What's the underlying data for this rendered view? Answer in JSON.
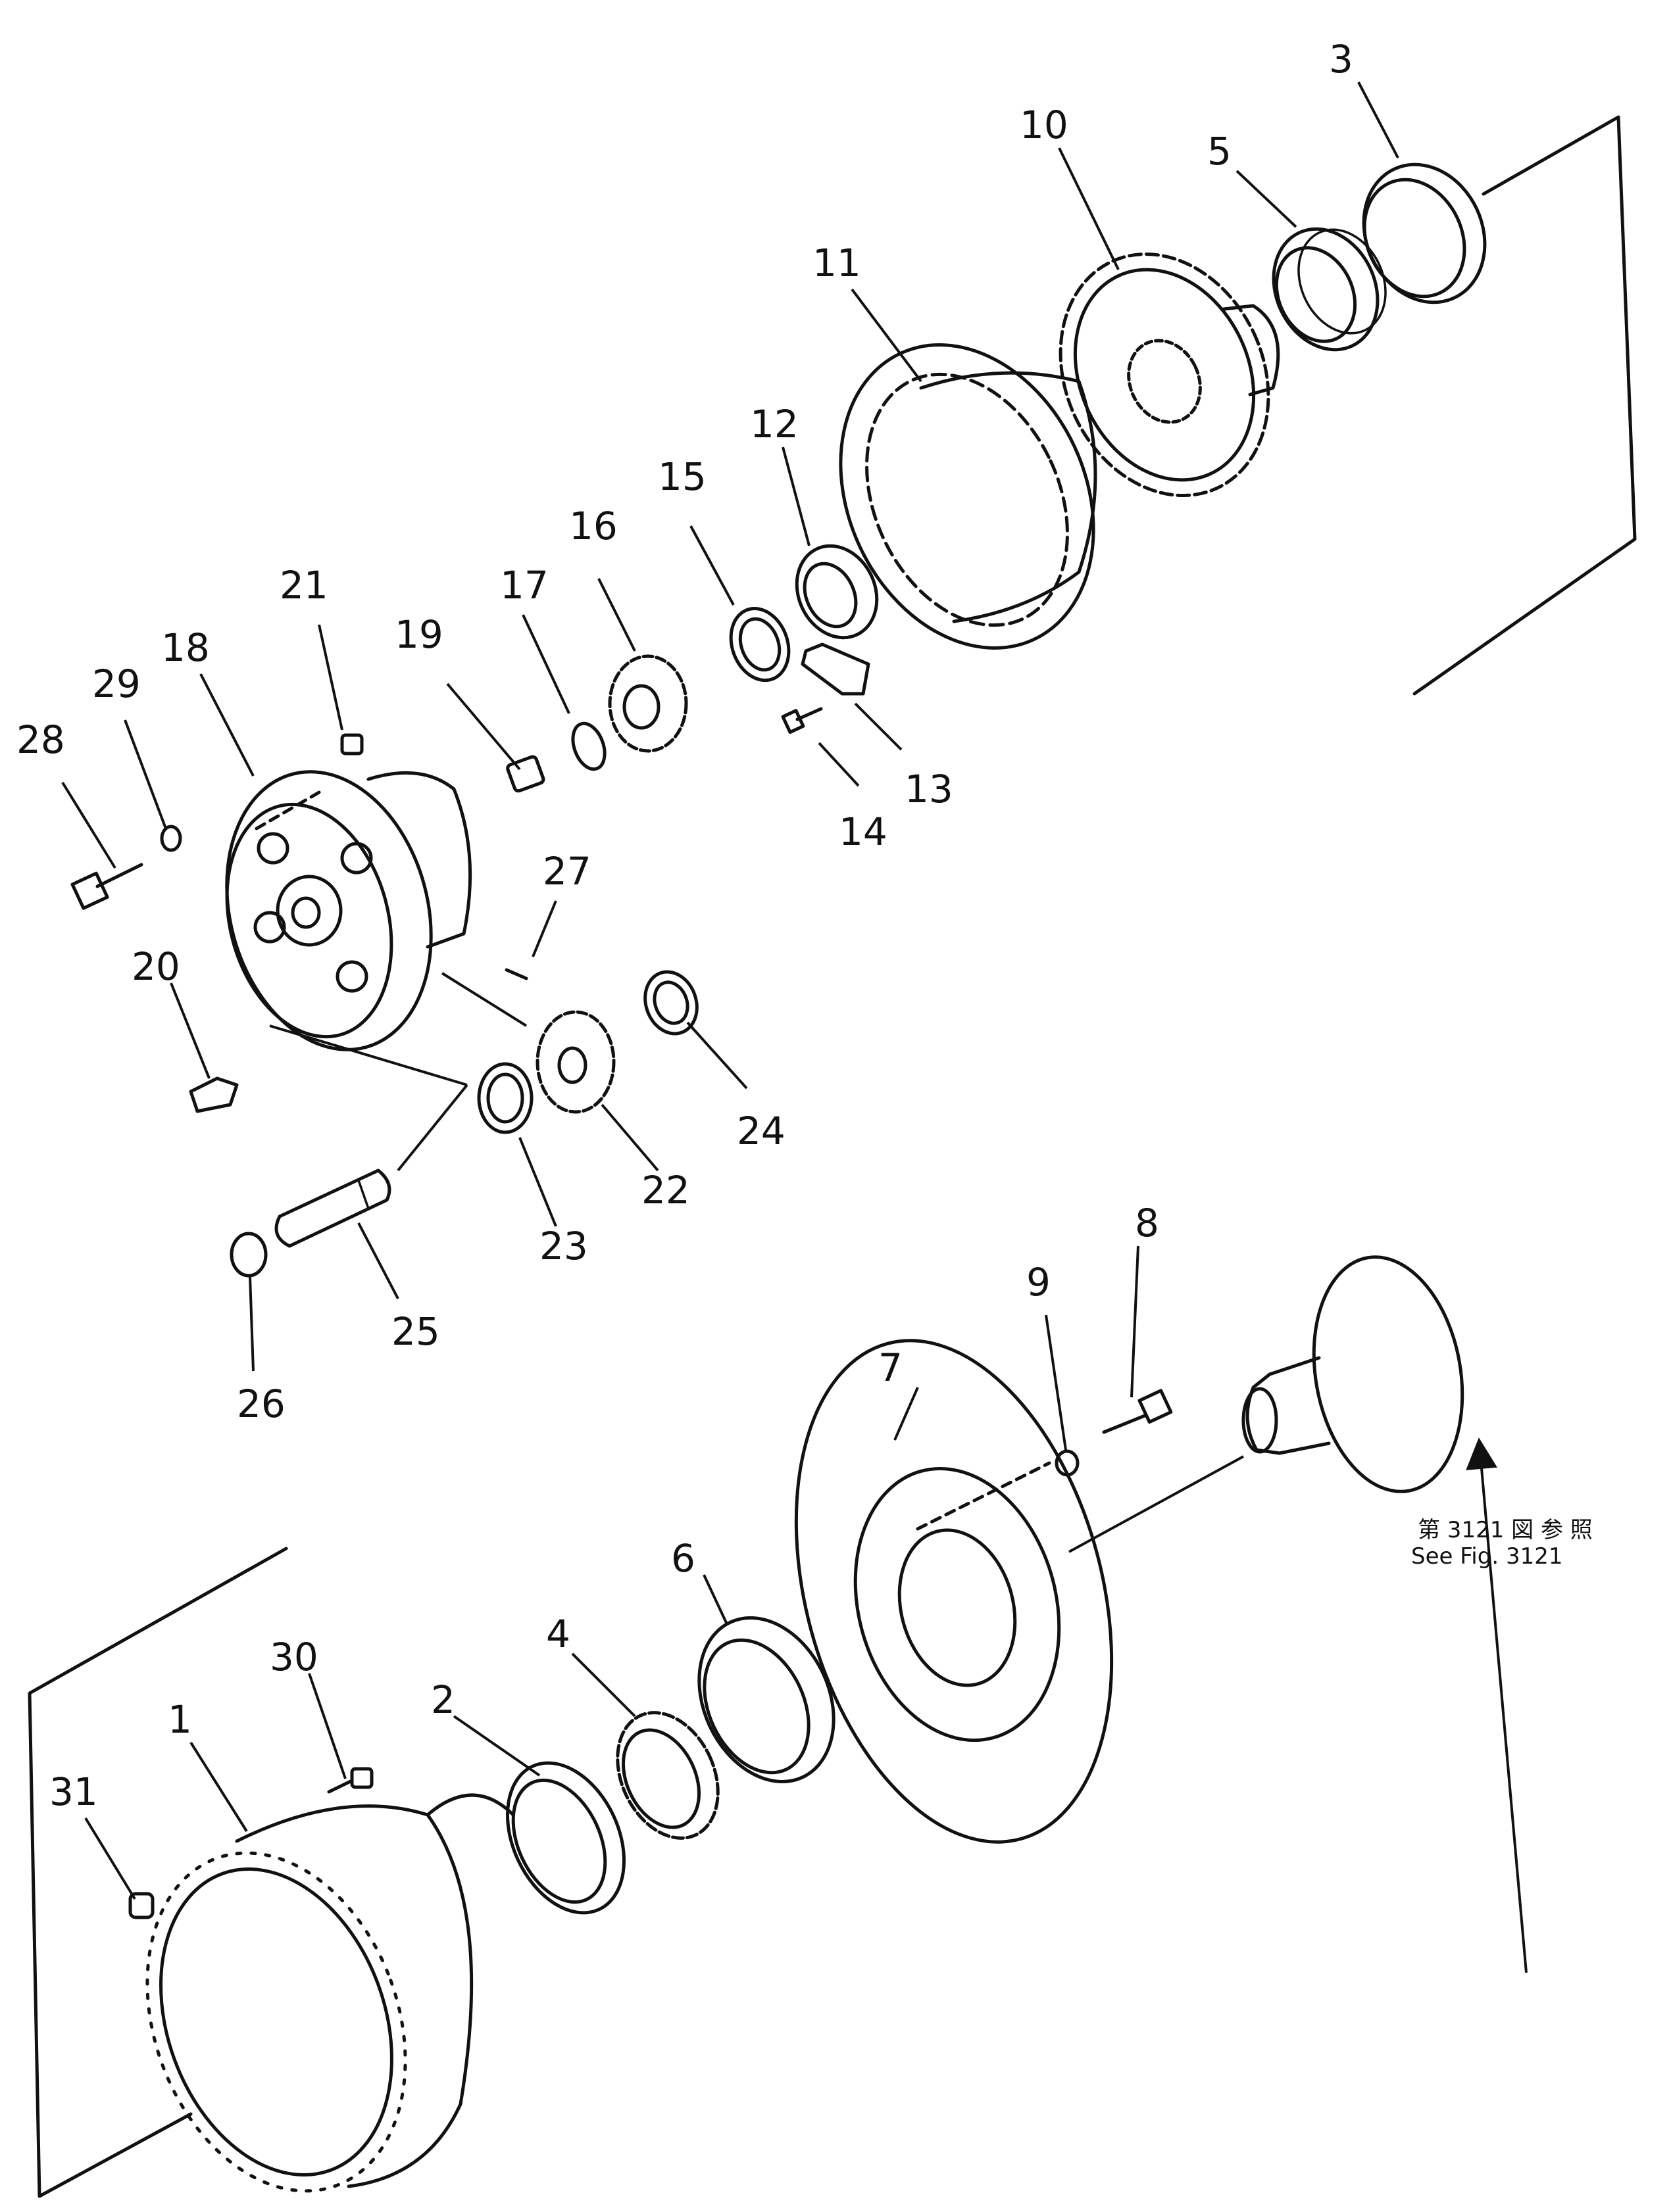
{
  "callouts": [
    "1",
    "2",
    "3",
    "4",
    "5",
    "6",
    "7",
    "8",
    "9",
    "10",
    "11",
    "12",
    "13",
    "14",
    "15",
    "16",
    "17",
    "18",
    "19",
    "20",
    "21",
    "22",
    "23",
    "24",
    "25",
    "26",
    "27",
    "28",
    "29",
    "30",
    "31"
  ],
  "reference_note": {
    "jp": "第 3121 図 参 照",
    "en": "See Fig. 3121"
  }
}
